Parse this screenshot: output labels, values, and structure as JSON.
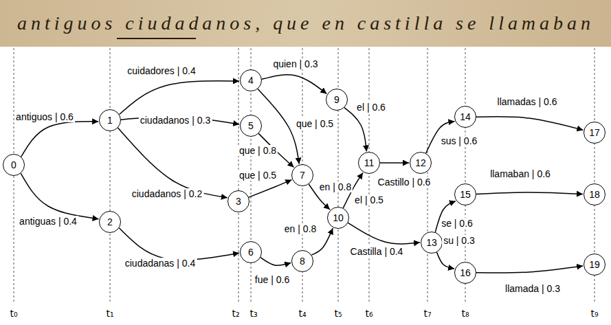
{
  "diagram": {
    "nodes": [
      {
        "text": [
          "0"
        ]
      },
      {
        "text": [
          "1"
        ]
      },
      {
        "text": [
          "2"
        ]
      },
      {
        "text": [
          "3"
        ]
      },
      {
        "text": [
          "4"
        ]
      },
      {
        "text": [
          "5"
        ]
      },
      {
        "text": [
          "6"
        ]
      },
      {
        "text": [
          "7"
        ]
      },
      {
        "text": [
          "8"
        ]
      },
      {
        "text": [
          "9"
        ]
      },
      {
        "text": [
          "10"
        ]
      },
      {
        "text": [
          "11"
        ]
      },
      {
        "text": [
          "12"
        ]
      },
      {
        "text": [
          "13"
        ]
      },
      {
        "text": [
          "14"
        ]
      },
      {
        "text": [
          "15"
        ]
      },
      {
        "text": [
          "16"
        ]
      },
      {
        "text": [
          "17"
        ]
      },
      {
        "text": [
          "18"
        ]
      },
      {
        "text": [
          "19"
        ]
      }
    ],
    "edges": [
      {
        "from": 0,
        "to": 1,
        "arrow": "to",
        "label": "antiguos | 0.6"
      },
      {
        "from": 0,
        "to": 2,
        "arrow": "to",
        "label": "antiguas | 0.4"
      },
      {
        "from": 1,
        "to": 4,
        "arrow": "to",
        "label": "cuidadores | 0.4"
      },
      {
        "from": 1,
        "to": 5,
        "arrow": "to",
        "label": "ciudadanos | 0.3"
      },
      {
        "from": 1,
        "to": 3,
        "arrow": "to",
        "label": "ciudadanos | 0.2"
      },
      {
        "from": 2,
        "to": 6,
        "arrow": "to",
        "label": "ciudadanas | 0.4"
      },
      {
        "from": 4,
        "to": 9,
        "arrow": "to",
        "label": "quien | 0.3"
      },
      {
        "from": 4,
        "to": 7,
        "arrow": "to",
        "label": "que | 0.5"
      },
      {
        "from": 5,
        "to": 7,
        "arrow": "to",
        "label": "que | 0.8"
      },
      {
        "from": 3,
        "to": 7,
        "arrow": "to",
        "label": "que | 0.5"
      },
      {
        "from": 6,
        "to": 8,
        "arrow": "to",
        "label": "fue | 0.6"
      },
      {
        "from": 7,
        "to": 10,
        "arrow": "to",
        "label": "en | 0.8"
      },
      {
        "from": 8,
        "to": 10,
        "arrow": "to",
        "label": "en | 0.8"
      },
      {
        "from": 9,
        "to": 11,
        "arrow": "to",
        "label": "el | 0.6"
      },
      {
        "from": 10,
        "to": 11,
        "arrow": "to",
        "label": "el | 0.5"
      },
      {
        "from": 10,
        "to": 13,
        "arrow": "to",
        "label": "Castilla | 0.4"
      },
      {
        "from": 11,
        "to": 12,
        "arrow": "to",
        "label": "Castillo | 0.6"
      },
      {
        "from": 12,
        "to": 14,
        "arrow": "to",
        "label": "sus | 0.6"
      },
      {
        "from": 13,
        "to": 15,
        "arrow": "to",
        "label": "se | 0.6"
      },
      {
        "from": 13,
        "to": 16,
        "arrow": "to",
        "label": "su | 0.3"
      },
      {
        "from": 14,
        "to": 17,
        "arrow": "to",
        "label": "llamadas | 0.6"
      },
      {
        "from": 15,
        "to": 18,
        "arrow": "to",
        "label": "llamaban | 0.6"
      },
      {
        "from": 16,
        "to": 19,
        "arrow": "to",
        "label": "llamada | 0.3"
      }
    ],
    "labels": [
      "antiguos ciudadanos, que en castilla se llamaban",
      "t₀",
      "t₁",
      "t₂",
      "t₃",
      "t₄",
      "t₅",
      "t₆",
      "t₇",
      "t₈",
      "t₉"
    ]
  }
}
